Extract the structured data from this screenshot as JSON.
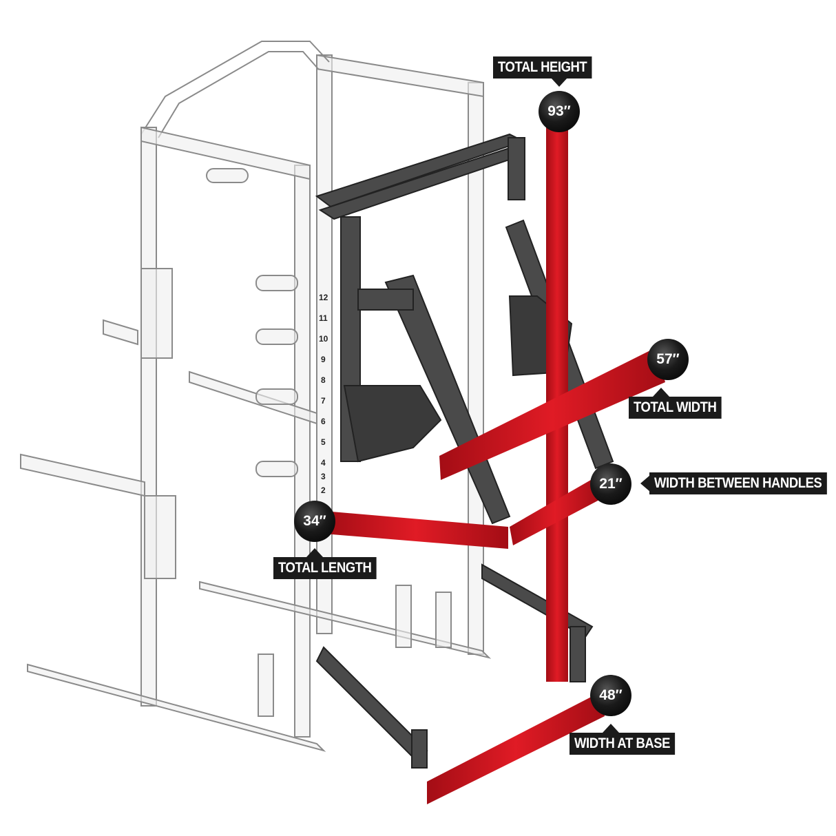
{
  "colors": {
    "dimension_bar": "#c8141e",
    "label_bg": "#1b1b1b",
    "rack_outline": "#8a8a8a",
    "attachment": "#3a3a3a"
  },
  "dimensions": [
    {
      "id": "height",
      "label": "TOTAL HEIGHT",
      "value": "93″"
    },
    {
      "id": "width",
      "label": "TOTAL WIDTH",
      "value": "57″"
    },
    {
      "id": "handles",
      "label": "WIDTH BETWEEN HANDLES",
      "value": "21″"
    },
    {
      "id": "length",
      "label": "TOTAL LENGTH",
      "value": "34″"
    },
    {
      "id": "base",
      "label": "WIDTH AT BASE",
      "value": "48″"
    }
  ],
  "rack_numbers": [
    "12",
    "11",
    "10",
    "9",
    "8",
    "7",
    "6",
    "5",
    "4",
    "3",
    "2"
  ]
}
